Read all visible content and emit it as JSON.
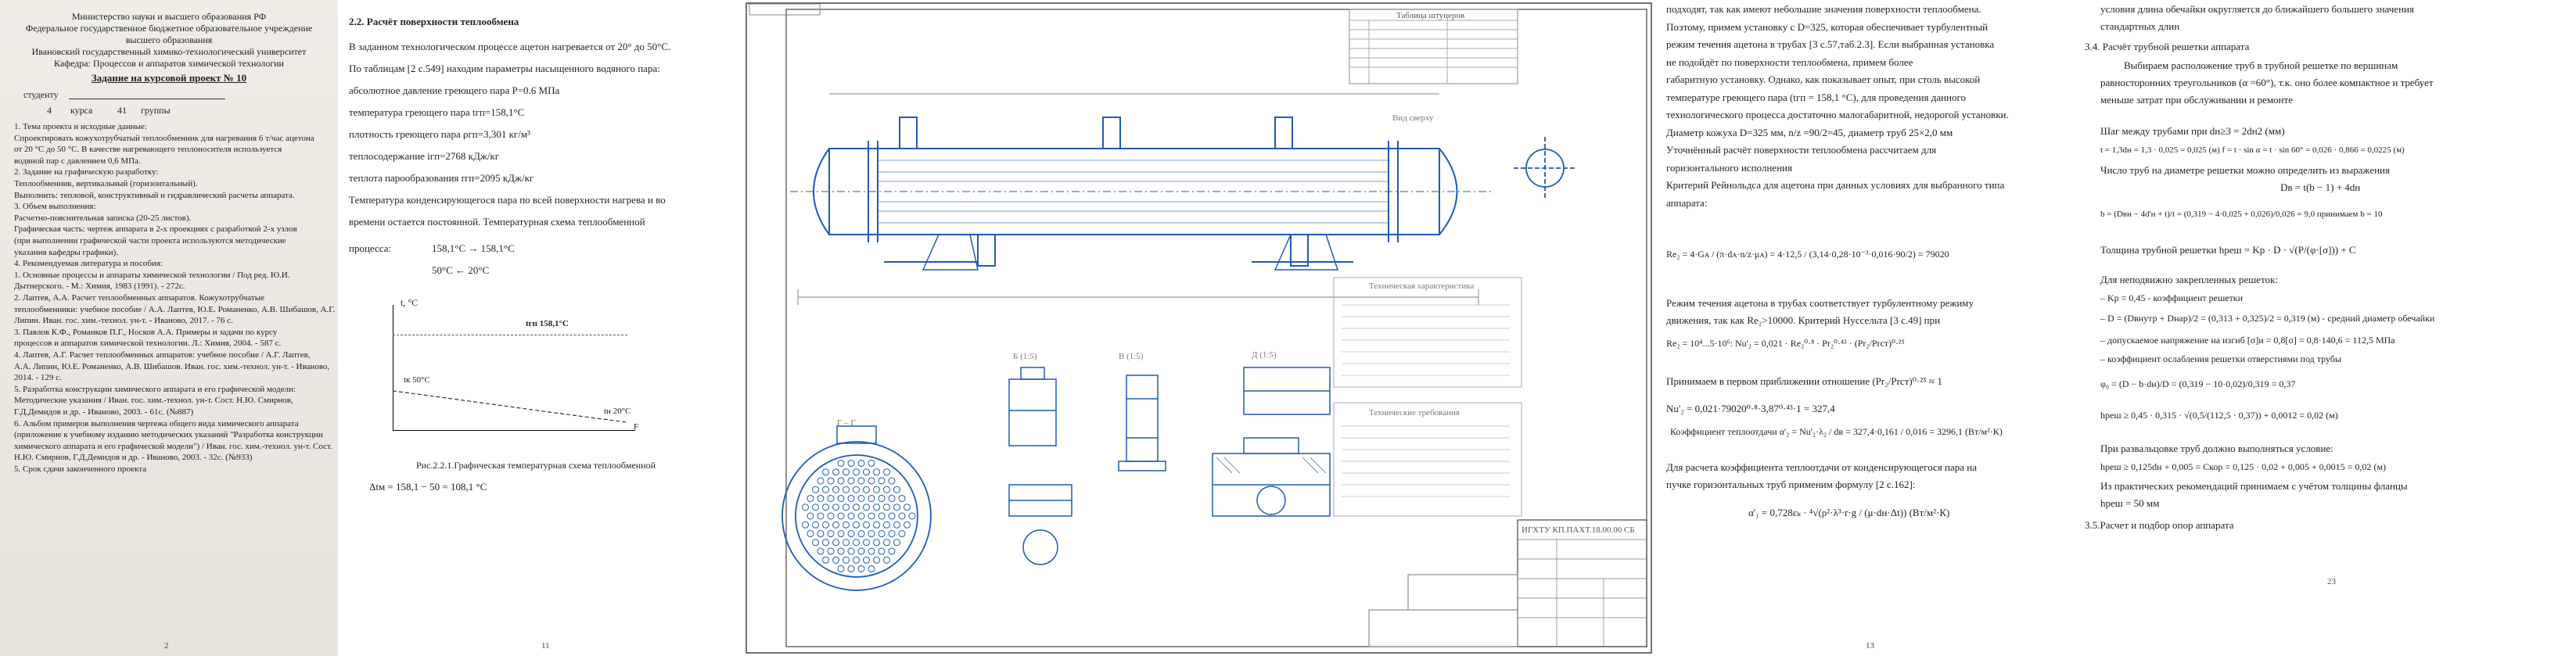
{
  "panel1": {
    "header_lines": [
      "Министерство науки и высшего образования РФ",
      "Федеральное государственное бюджетное образовательное учреждение",
      "высшего образования",
      "Ивановский государственный химико-технологический университет",
      "Кафедра: Процессов и аппаратов химической технологии"
    ],
    "task_title": "Задание на курсовой проект № 10",
    "student_label": "студенту",
    "course_label": "курса",
    "group_label": "группы",
    "course_value": "4",
    "group_value": "41",
    "items": [
      "1. Тема проекта и исходные данные:",
      "Спроектировать кожухотрубчатый теплообменник для нагревания 6 т/час ацетона",
      "от 20 °С до 50 °С. В качестве нагревающего теплоносителя используется",
      "водяной пар с давлением 0,6 МПа.",
      "2. Задание на графическую разработку:",
      "Теплообменник, вертикальный (горизонтальный).",
      "Выполнить: тепловой, конструктивный и гидравлический расчеты аппарата.",
      "3. Объем выполнения:",
      "Расчетно-пояснительная записка (20-25 листов).",
      "Графическая часть: чертеж аппарата в 2-х проекциях с разработкой 2-х узлов",
      "(при выполнении графической части проекта используются методические",
      "указания кафедры графики).",
      "4. Рекомендуемая литература и пособия:",
      "1. Основные процессы и аппараты химической технологии / Под ред. Ю.И.",
      "Дытнерского. - М.: Химия, 1983 (1991). - 272с.",
      "2. Лаптев, А.А. Расчет теплообменных аппаратов. Кожухотрубчатые",
      "теплообменники: учебное пособие / А.А. Лаптев, Ю.Е. Романенко, А.В. Шибашов, А.Г.",
      "Липин. Иван. гос. хим.-технол. ун-т. - Иваново, 2017. - 76 с.",
      "3. Павлов К.Ф., Романков П.Г., Носков А.А. Примеры и задачи по курсу",
      "процессов и аппаратов химической технологии. Л.: Химия, 2004. - 587 с.",
      "4. Лаптев, А.Г. Расчет теплообменных аппаратов: учебное пособие / А.Г. Лаптев,",
      "А.А. Липин, Ю.Е. Романенко, А.В. Шибашов. Иван. гос. хим.-технол. ун-т. - Иваново,",
      "2014. - 129 с.",
      "5. Разработка конструкции химического аппарата и его графической модели:",
      "Методические указания / Иван. гос. хим.-технол. ун-т. Сост. Н.Ю. Смирнов,",
      "Г.Д.Демидов и др. - Иваново, 2003. - 61с. (№887)",
      "6. Альбом примеров выполнения чертежа общего вида химического аппарата",
      "(приложение к учебному изданию методических указаний \"Разработка конструкции",
      "химического аппарата и его графической модели\") / Иван. гос. хим.-технол. ун-т. Сост.",
      "Н.Ю. Смирнов, Г.Д.Демидов и др. - Иваново, 2003. - 32с. (№933)",
      "5. Срок сдачи законченного проекта"
    ],
    "page_number": "2"
  },
  "panel2": {
    "heading": "2.2. Расчёт поверхности теплообмена",
    "paragraphs": [
      "В заданном технологическом процессе ацетон нагревается от 20° до 50°С.",
      "По таблицам [2 с.549] находим параметры насыщенного водяного пара:",
      "абсолютное давление греющего пара P=0.6 МПа",
      "температура греющего пара tгп=158,1°С",
      "плотность греющего пара ρгп=3,301 кг/м³",
      "теплосодержание iгп=2768 кДж/кг",
      "теплота парообразования rгп=2095 кДж/кг",
      "Температура конденсирующегося пара по всей поверхности нагрева и во",
      "времени остается постоянной. Температурная схема теплообменной",
      "процесса:"
    ],
    "scheme_hot": "158,1°С  →  158,1°С",
    "scheme_cold": "50°С   ←   20°С",
    "graph": {
      "y_label": "t, °C",
      "t_gp": "tгп 158,1°С",
      "t_k": "tк 50°С",
      "t_n": "tн 20°С",
      "x_label": "F"
    },
    "caption": "Рис.2.2.1.Графическая температурная схема теплообменной",
    "delta": "Δtм = 158,1 − 50 = 108,1 °С",
    "page_number": "11"
  },
  "panel3": {
    "table_title": "Таблица штуцеров",
    "view_main": "Вид сверху",
    "view_b": "Б (1:5)",
    "view_vv": "В (1:5)",
    "view_gg": "Г – Г",
    "view_d": "Д (1:5)",
    "tech_title": "Техническая характеристика",
    "tech_req_title": "Технические требования",
    "stamp_title": "ИГХТУ КП.ПАХТ.18.00.00 СБ"
  },
  "panel4": {
    "lines": [
      "подходят, так как имеют небольшие значения поверхности теплообмена.",
      "Поэтому, примем установку с D=325, которая обеспечивает турбулентный",
      "режим течения ацетона в трубах [3 с.57,таб.2.3]. Если выбранная установка",
      "не подойдёт по поверхности теплообмена, примем более",
      "габаритную установку. Однако, как показывает опыт, при столь высокой",
      "температуре греющего пара (tгп = 158,1 °С), для проведения данного",
      "технологического процесса достаточно малогабаритной, недорогой установки.",
      "Диаметр кожуха D=325 мм, n/z =90/2=45, диаметр труб 25×2,0 мм",
      "Уточнённый расчёт поверхности теплообмена рассчитаем для",
      "горизонтального исполнения",
      "Критерий Рейнольдса для ацетона при данных условиях для выбранного типа",
      "аппарата:"
    ],
    "re_formula": "Re₂ = 4·Gᴀ / (π·dᴀ·n/z·μᴀ) = 4·12,5 / (3,14·0,28·10⁻³·0,016·90/2) = 79020",
    "lines2": [
      "Режим течения ацетона в трубах соответствует турбулентному режиму",
      "движения, так как Re₂>10000. Критерий Нуссельта [3 с.49] при"
    ],
    "nu_formula": "Re₂ = 10⁴...5·10⁶:    Nu'₂ = 0,021 · Re₂⁰·⁸ · Pr₂⁰·⁴³ · (Pr₂/Prст)⁰·²⁵",
    "approx_line": "Принимаем в первом приближении отношение (Pr₂/Prст)⁰·²⁵ ≈ 1",
    "nu_value": "Nu'₂ = 0,021·79020⁰·⁸·3,87⁰·⁴³·1 = 327,4",
    "alpha_line": "Коэффициент теплоотдачи   α'₂ = Nu'₂·λ₂ / dв = 327,4·0,161 / 0,016 = 3296,1 (Вт/м²·К)",
    "cond_line1": "Для расчета коэффициента теплоотдачи от конденсирующегося пара на",
    "cond_line2": "пучке горизонтальных труб применим формулу [2 с.162]:",
    "cond_formula": "α'₁ = 0,728εₖ · ⁴√(ρ²·λ³·r·g / (μ·dн·Δt))   (Вт/м²·К)",
    "page_number": "13"
  },
  "panel5": {
    "top_line1": "условия длина обечайки округляется до ближайшего большего значения",
    "top_line2": "стандартных длин",
    "heading1": "3.4. Расчёт трубной решетки аппарата",
    "p1": [
      "Выбираем расположение труб в трубной решетке по вершинам",
      "равносторонних треугольников (α =60°), т.к. оно более компактное и требует",
      "меньше затрат при обслуживании и ремонте"
    ],
    "step_line": "Шаг между трубами при  dн≥3 = 2dн2 (мм)",
    "t_line": "t = 1,3dн = 1,3 · 0,025 = 0,025 (м)     f = t · sin α = t · sin 60° = 0,026 · 0,866 = 0,0225 (м)",
    "count_line": "Число труб на диаметре решетки можно определить из выражения",
    "count_formula": "Dв = t(b − 1) + 4dн",
    "b_formula": "b = (Dвн − 4d'н + t)/t = (0,319 − 4·0,025 + 0,026)/0,026 = 9,0     принимаем b = 10",
    "thick_line": "Толщина трубной решетки    hреш = Kр · D · √(P/(φ·[σ])) + C",
    "fixed_label": "Для неподвижно закрепленных решеток:",
    "bullets": [
      "– Kр = 0,45 - коэффициент решетки",
      "– D = (Dвнутр + Dнар)/2 = (0,313 + 0,325)/2 = 0,319 (м) - средний диаметр обечайки",
      "– допускаемое напряжение на изгиб  [σ]и = 0,8[σ] = 0,8·140,6 = 112,5 МПа",
      "– коэффициент ослабления решетки отверстиями под трубы"
    ],
    "phi_formula": "φ₀ = (D − b·dн)/D = (0,319 − 10·0,02)/0,319 = 0,37",
    "h_formula": "hреш ≥ 0,45 · 0,315 · √(0,5/(112,5 · 0,37)) + 0,0012 = 0,02 (м)",
    "roll_label": "При развальцовке труб должно выполняться условие:",
    "roll_formula": "hреш ≥ 0,125dн + 0,005 = Cкор = 0,125 · 0,02 + 0,005 + 0,0015 = 0,02 (м)",
    "practice_line": "Из практических рекомендаций принимаем с учётом толщины фланцы",
    "practice_value": "hреш = 50 мм",
    "heading2": "3.5.Расчет и подбор опор аппарата",
    "page_number": "23"
  }
}
